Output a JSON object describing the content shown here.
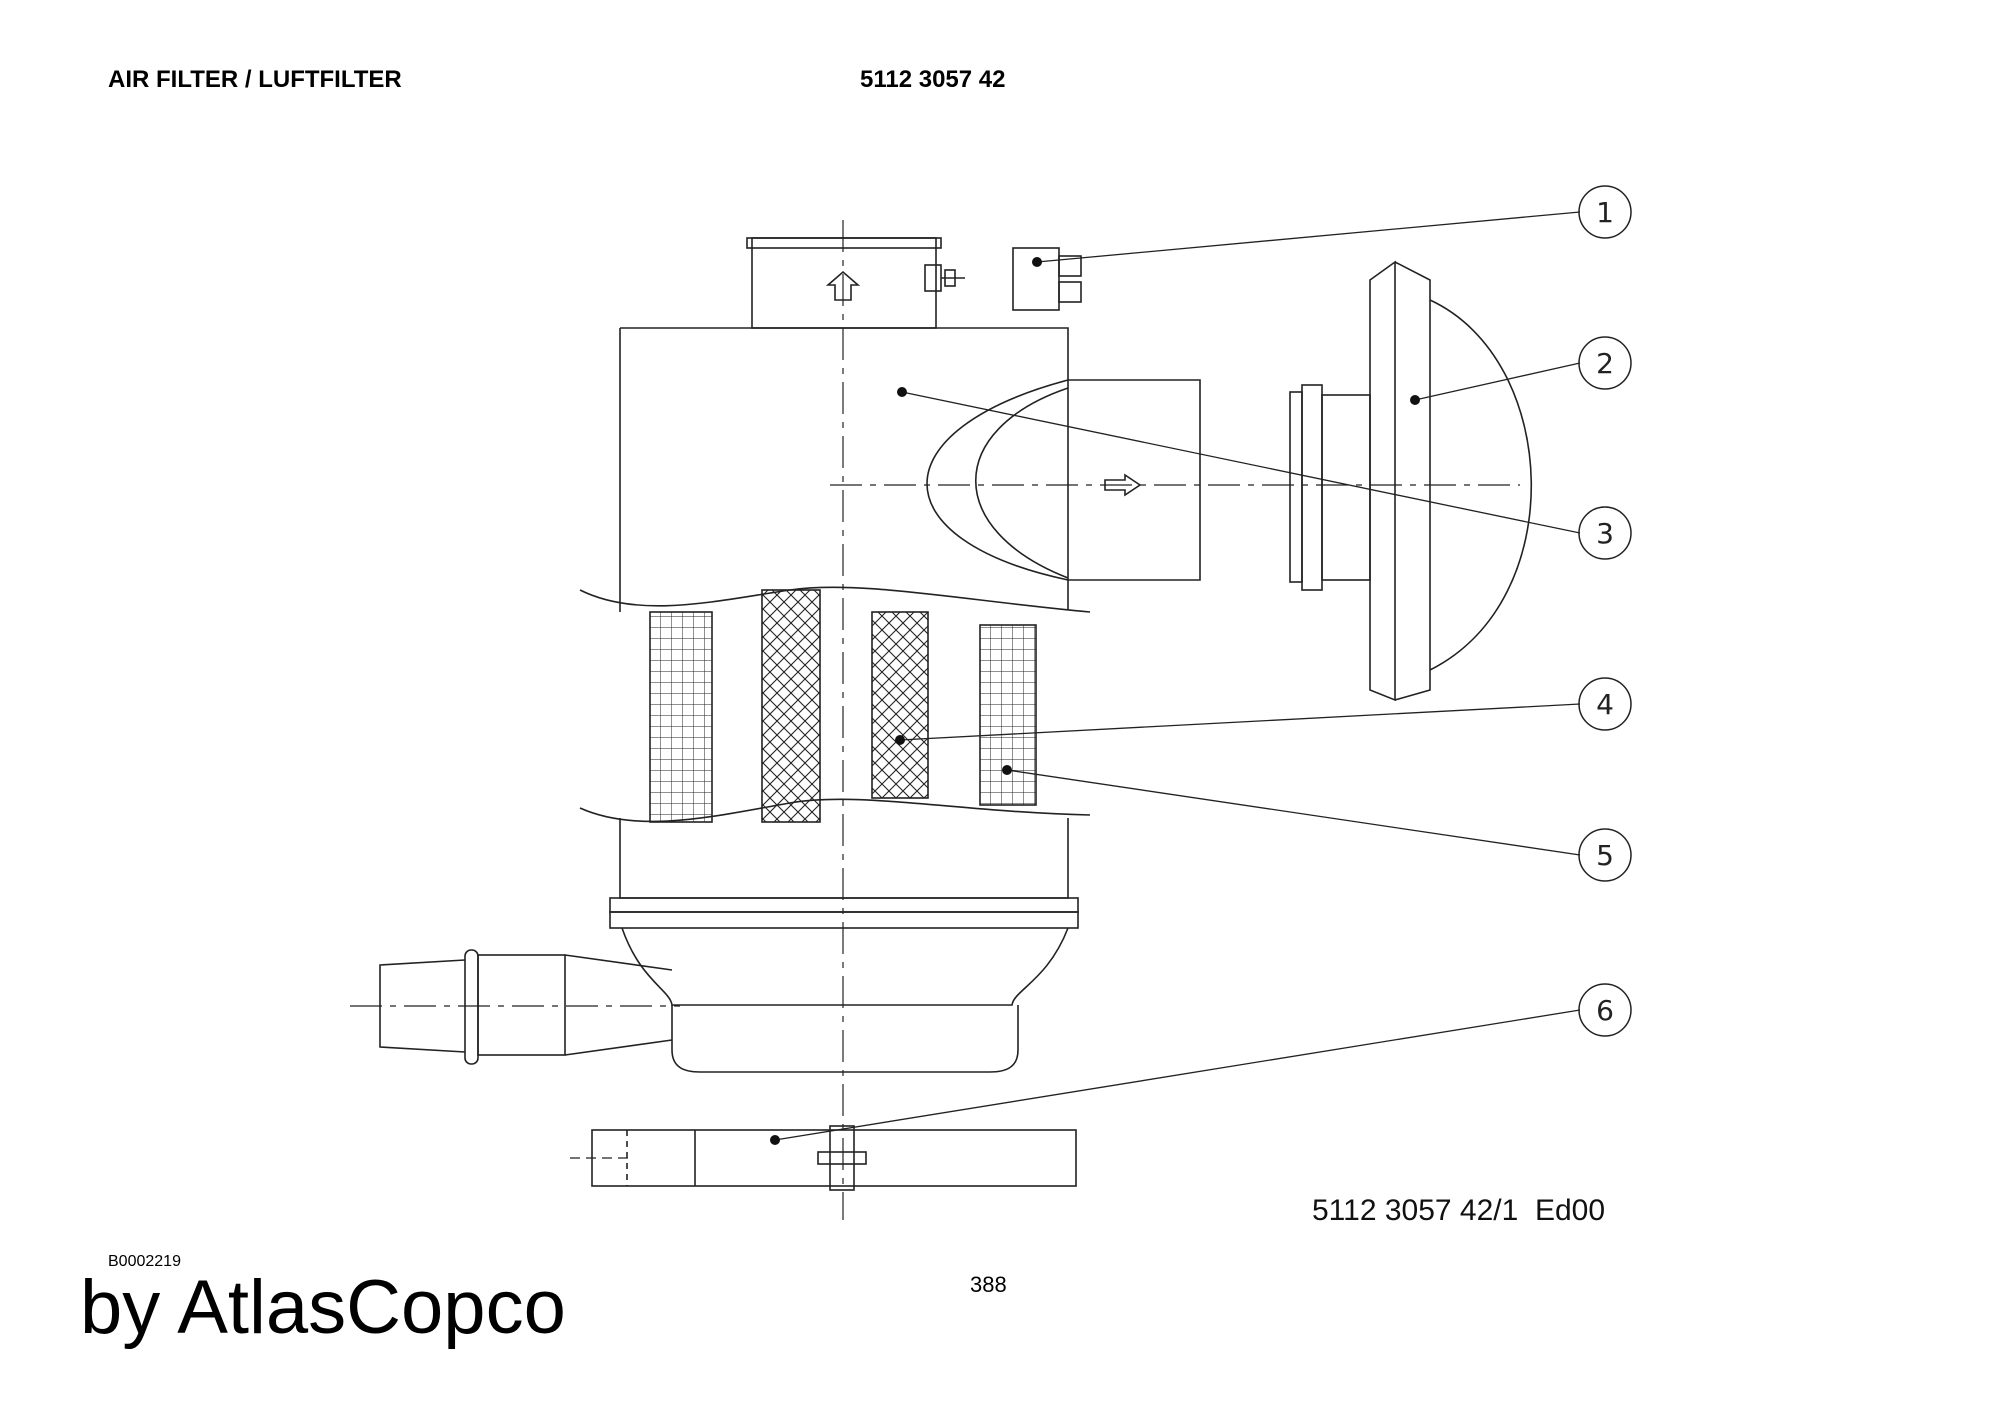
{
  "header": {
    "title": "AIR FILTER / LUFTFILTER",
    "part_number": "5112 3057 42"
  },
  "drawing": {
    "reference": "5112 3057 42/1  Ed00",
    "callouts": [
      "1",
      "2",
      "3",
      "4",
      "5",
      "6"
    ]
  },
  "footer": {
    "code": "B0002219",
    "page": "388",
    "brand": "by AtlasCopco"
  }
}
